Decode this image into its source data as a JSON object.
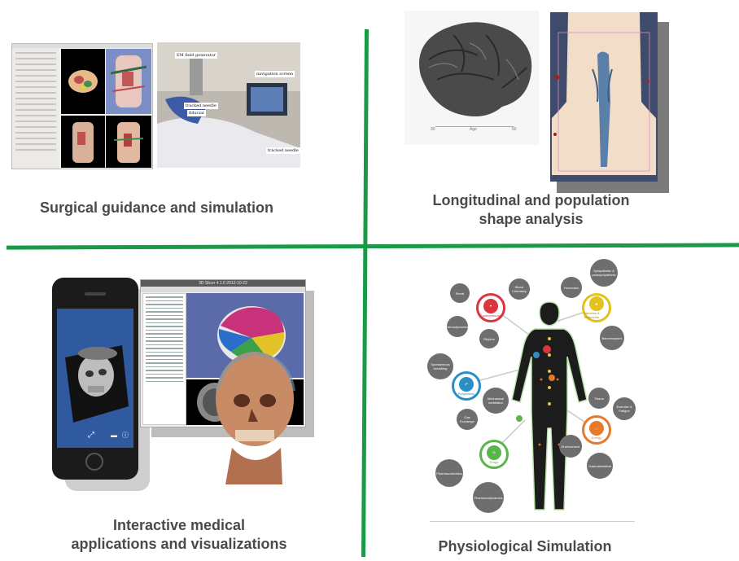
{
  "captions": {
    "surgical": "Surgical guidance and simulation",
    "longitudinal_line1": "Longitudinal and population",
    "longitudinal_line2": "shape analysis",
    "interactive_line1": "Interactive medical",
    "interactive_line2": "applications and visualizations",
    "physiological": "Physiological Simulation"
  },
  "surgical_photo_labels": {
    "em_field": "EM field generator",
    "navigation": "navigation screen",
    "tracked_needle": "tracked needle",
    "fiducial": "fiducial",
    "tracked_needle_2": "tracked needle"
  },
  "brain_axis": {
    "start": "30",
    "label": "Age",
    "end": "60"
  },
  "desktop_title": "3D Slicer 4.1.0 2012-10-22",
  "physiology": {
    "systems": [
      {
        "id": "cardiovascular",
        "label": "Cardiovascular",
        "color": "#d9363e"
      },
      {
        "id": "nervous",
        "label": "Nervous & Endocrine",
        "color": "#e4c21c"
      },
      {
        "id": "respiratory",
        "label": "Respiratory",
        "color": "#2b8fc7"
      },
      {
        "id": "energy",
        "label": "Energy",
        "color": "#e8792a"
      },
      {
        "id": "drugs",
        "label": "Drugs",
        "color": "#5bb54a"
      }
    ],
    "bubbles": {
      "renal": "Renal",
      "blood_chemistry": "Blood Chemistry",
      "hemodynamics": "Hemodynamics",
      "rhythm": "Rhythm",
      "sympathetic": "Sympathetic & parasympathetic",
      "hormones": "Hormones",
      "baroreceptors": "Baroreceptors",
      "spontaneous_breathing": "Spontaneous breathing",
      "mechanical_ventilation": "Mechanical ventilation",
      "gas_exchange": "Gas Exchange",
      "tissue": "Tissue",
      "exercise": "Exercise & Fatigue",
      "environment": "Environment",
      "gastrointestinal": "Gastrointestinal",
      "pharmacokinetics": "Pharmacokinetics",
      "pharmacodynamics": "Pharmacodynamics"
    }
  }
}
